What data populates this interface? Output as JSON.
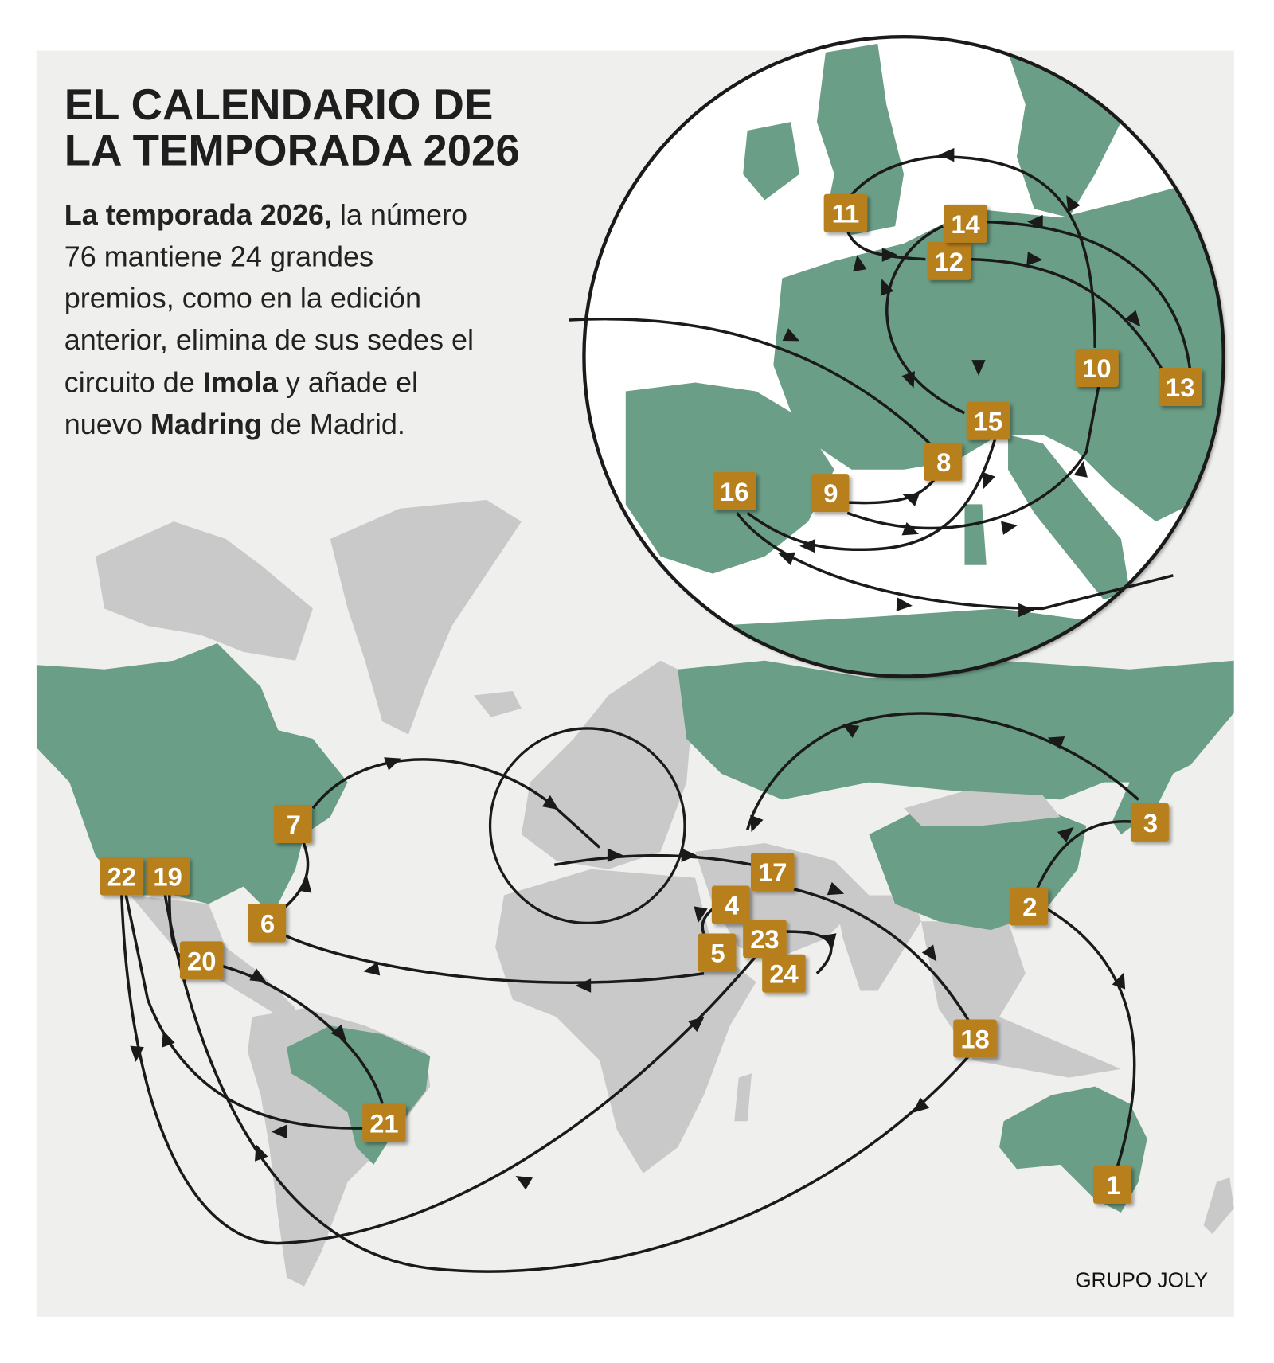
{
  "title": {
    "line1": "EL CALENDARIO DE",
    "line2": "LA TEMPORADA 2026"
  },
  "intro": {
    "line1_bold": "La temporada 2026,",
    "line1_rest": " la número",
    "line2": "76 mantiene 24 grandes",
    "line3": "premios, como en la edición",
    "line4": "anterior, elimina de sus sedes el",
    "line5_a": "circuito de ",
    "line5_bold": "Imola",
    "line5_b": " y añade el",
    "line6_a": "nuevo ",
    "line6_bold": "Madring",
    "line6_b": " de Madrid."
  },
  "credit": "GRUPO JOLY",
  "colors": {
    "panel": "#efefed",
    "highlighted_land": "#6a9e86",
    "other_land": "#c9c9c9",
    "marker": "#b8801e",
    "route": "#1a1a1a"
  },
  "markers": [
    "1",
    "2",
    "3",
    "4",
    "5",
    "6",
    "7",
    "8",
    "9",
    "10",
    "11",
    "12",
    "13",
    "14",
    "15",
    "16",
    "17",
    "18",
    "19",
    "20",
    "21",
    "22",
    "23",
    "24"
  ]
}
